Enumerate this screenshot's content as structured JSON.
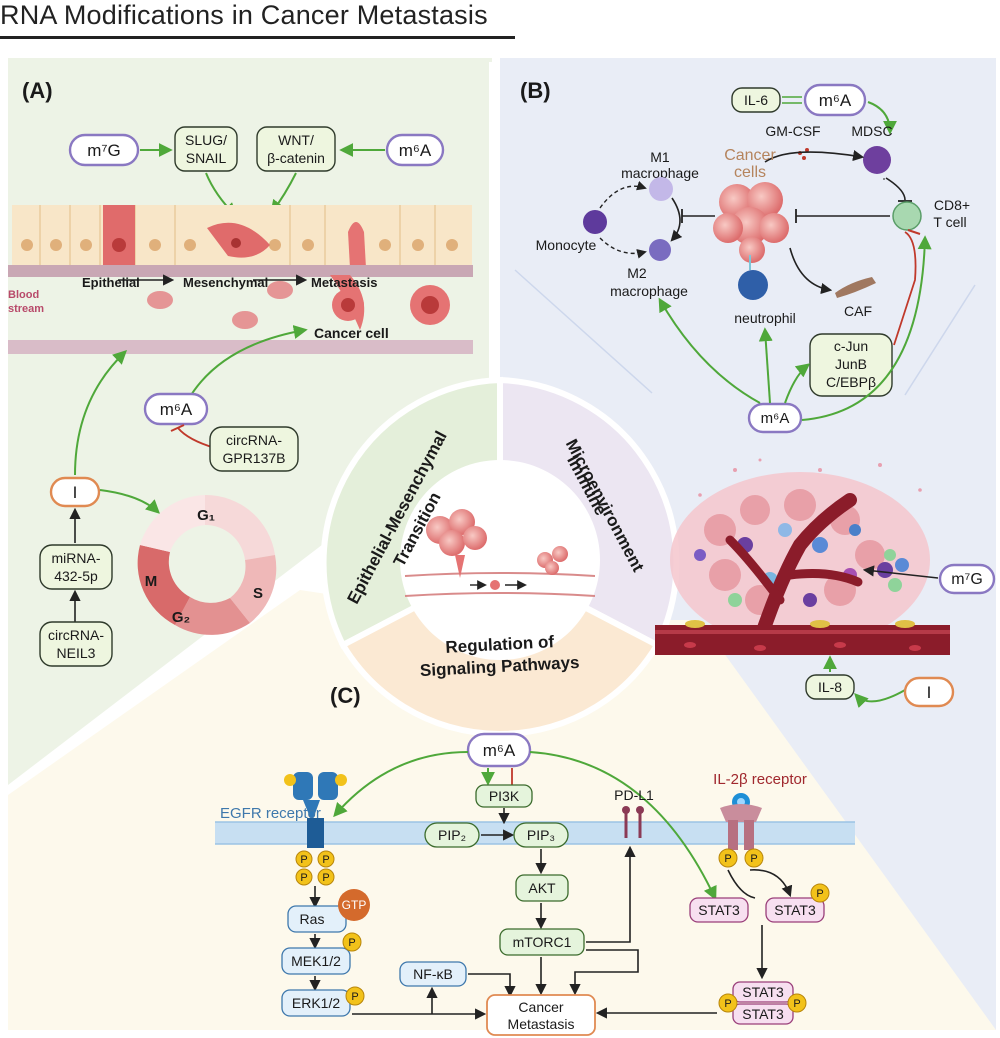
{
  "title": "RNA Modifications in Cancer Metastasis",
  "panels": {
    "a": {
      "label": "(A)",
      "m7g": "m⁷G",
      "slug": [
        "SLUG/",
        "SNAIL"
      ],
      "wnt": [
        "WNT/",
        "β-catenin"
      ],
      "m6a_top": "m⁶A",
      "epithelial": "Epithelial",
      "mesenchymal": "Mesenchymal",
      "metastasis": "Metastasis",
      "blood_stream": [
        "Blood",
        "stream"
      ],
      "cancer_cell": "Cancer cell",
      "m6a_mid": "m⁶A",
      "circ_gpr": [
        "circRNA-",
        "GPR137B"
      ],
      "i_label": "I",
      "mirna": [
        "miRNA-",
        "432-5p"
      ],
      "circ_neil": [
        "circRNA-",
        "NEIL3"
      ],
      "phases": {
        "g1": "G₁",
        "s": "S",
        "g2": "G₂",
        "m": "M"
      }
    },
    "b": {
      "label": "(B)",
      "il6": "IL-6",
      "m6a_top": "m⁶A",
      "m1": [
        "M1",
        "macrophage"
      ],
      "gmcsf": "GM-CSF",
      "mdsc": "MDSC",
      "cancer_cells": [
        "Cancer",
        "cells"
      ],
      "cd8": [
        "CD8+",
        "T cell"
      ],
      "monocyte": "Monocyte",
      "m2": [
        "M2",
        "macrophage"
      ],
      "neutrophil": "neutrophil",
      "caf": "CAF",
      "tfs": [
        "c-Jun",
        "JunB",
        "C/EBPβ"
      ],
      "m6a_bottom": "m⁶A",
      "m7g": "m⁷G",
      "il8": "IL-8",
      "i_label": "I"
    },
    "center": {
      "emt": [
        "Epithelial-Mesenchymal",
        "Transition"
      ],
      "immune": [
        "Immune",
        "Microenvironment"
      ],
      "signal": [
        "Regulation of",
        "Signaling Pathways"
      ]
    },
    "c": {
      "label": "(C)",
      "m6a": "m⁶A",
      "egfr": "EGFR receptor",
      "pi3k": "PI3K",
      "pdl1": "PD-L1",
      "il2": "IL-2β receptor",
      "pip2": "PIP₂",
      "pip3": "PIP₃",
      "akt": "AKT",
      "mtorc1": "mTORC1",
      "ras": "Ras",
      "gtp": "GTP",
      "mek": "MEK1/2",
      "erk": "ERK1/2",
      "nfkb": "NF-κB",
      "stat3": "STAT3",
      "p": "P",
      "outcome": [
        "Cancer",
        "Metastasis"
      ]
    }
  },
  "colors": {
    "panel_a_bg": "#edf3e6",
    "panel_b_bg": "#e9edf6",
    "panel_c_bg": "#fdf9ec",
    "green_arrow": "#4fa83a",
    "inhibit_red": "#c0392b",
    "m6a_border": "#8a78c2",
    "i_border": "#e08a52",
    "cancer_pink": "#e57373"
  }
}
